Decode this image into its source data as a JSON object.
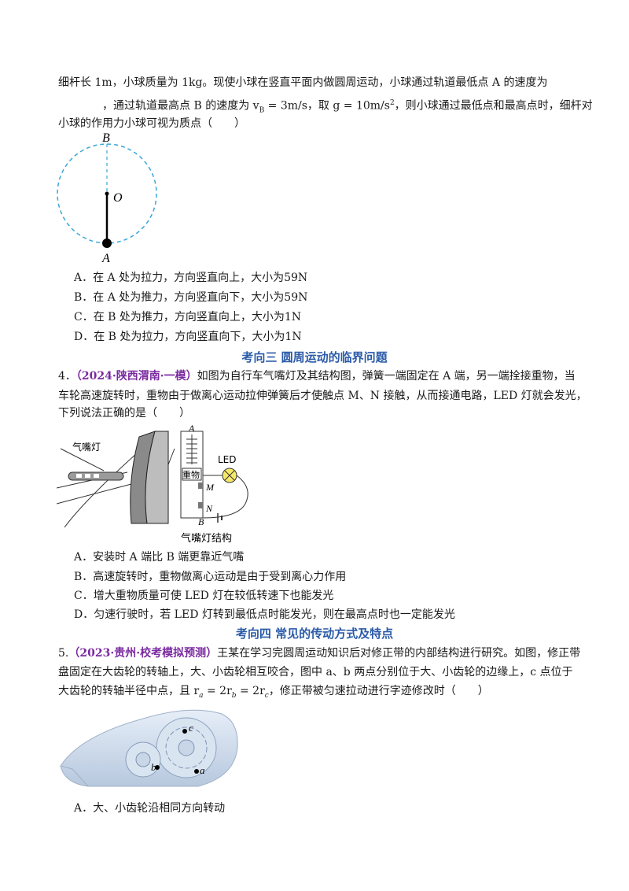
{
  "q3": {
    "line1": "细杆长 1m，小球质量为 1kg。现使小球在竖直平面内做圆周运动，小球通过轨道最低点 A 的速度为",
    "line2": "，通过轨道最高点 B 的速度为 v",
    "line2_sub": "B",
    "line2_b": " = 3m/s，取 g = 10m/s",
    "line2_sup": "2",
    "line2_c": "，则小球通过最低点和最高点时，细杆对",
    "line3": "小球的作用力小球可视为质点（　　）",
    "figure": {
      "label_B": "B",
      "label_O": "O",
      "label_A": "A"
    },
    "options": [
      "A．在 A 处为拉力，方向竖直向上，大小为59N",
      "B．在 A 处为推力，方向竖直向下，大小为59N",
      "C．在 B 处为推力，方向竖直向上，大小为1N",
      "D．在 B 处为拉力，方向竖直向下，大小为1N"
    ]
  },
  "section3": "考向三  圆周运动的临界问题",
  "q4": {
    "num": "4．",
    "source": "（2024·陕西渭南·一模）",
    "line1": "如图为自行车气嘴灯及其结构图，弹簧一端固定在 A 端，另一端拴接重物，当",
    "line2": "车轮高速旋转时，重物由于做离心运动拉伸弹簧后才使触点 M、N 接触，从而接通电路，LED 灯就会发光，",
    "line3": "下列说法正确的是（　　）",
    "figure": {
      "label_lamp": "气嘴灯",
      "label_A": "A",
      "label_LED": "LED",
      "label_weight": "重物",
      "label_M": "M",
      "label_N": "N",
      "label_B": "B",
      "caption": "气嘴灯结构"
    },
    "options": [
      "A．安装时 A 端比 B 端更靠近气嘴",
      "B．高速旋转时，重物做离心运动是由于受到离心力作用",
      "C．增大重物质量可使 LED 灯在较低转速下也能发光",
      "D．匀速行驶时，若 LED 灯转到最低点时能发光，则在最高点时也一定能发光"
    ]
  },
  "section4": "考向四  常见的传动方式及特点",
  "q5": {
    "num": "5.",
    "source": "（2023·贵州·校考模拟预测）",
    "line1": "王某在学习完圆周运动知识后对修正带的内部结构进行研究。如图，修正带",
    "line2": "盘固定在大齿轮的转轴上，大、小齿轮相互咬合，图中 a、b 两点分别位于大、小齿轮的边缘上，c 点位于",
    "line3": "大齿轮的转轴半径中点，且 r",
    "line3_b": " = 2r",
    "line3_c": " = 2r",
    "line3_d": "，修正带被匀速拉动进行字迹修改时（　　）",
    "sub_a": "a",
    "sub_b": "b",
    "sub_c": "c",
    "figure": {
      "label_a": "a",
      "label_b": "b",
      "label_c": "c"
    },
    "options": [
      "A．大、小齿轮沿相同方向转动"
    ]
  },
  "colors": {
    "section": "#2a5aa8",
    "source": "#7a2aa0",
    "dashed_circle": "#3aa6d8"
  }
}
